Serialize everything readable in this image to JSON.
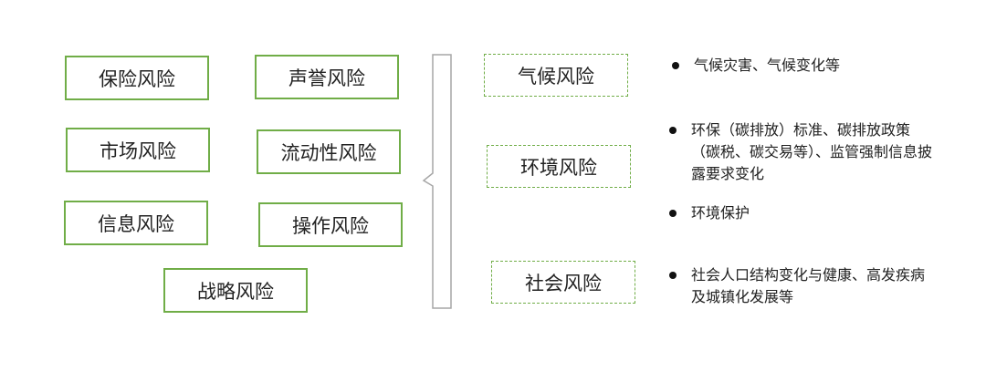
{
  "left_risks": [
    "保险风险",
    "声誉风险",
    "市场风险",
    "流动性风险",
    "信息风险",
    "操作风险",
    "战略风险"
  ],
  "right_risks": [
    "气候风险",
    "环境风险",
    "社会风险"
  ],
  "descriptions": [
    "气候灾害、气候变化等",
    "环保（碳排放）标准、碳排放政策（碳税、碳交易等）、监管强制信息披露要求变化",
    "环境保护",
    "社会人口结构变化与健康、高发疾病及城镇化发展等"
  ],
  "colors": {
    "box_border": "#70ad47",
    "bracket": "#a6a6a6"
  }
}
